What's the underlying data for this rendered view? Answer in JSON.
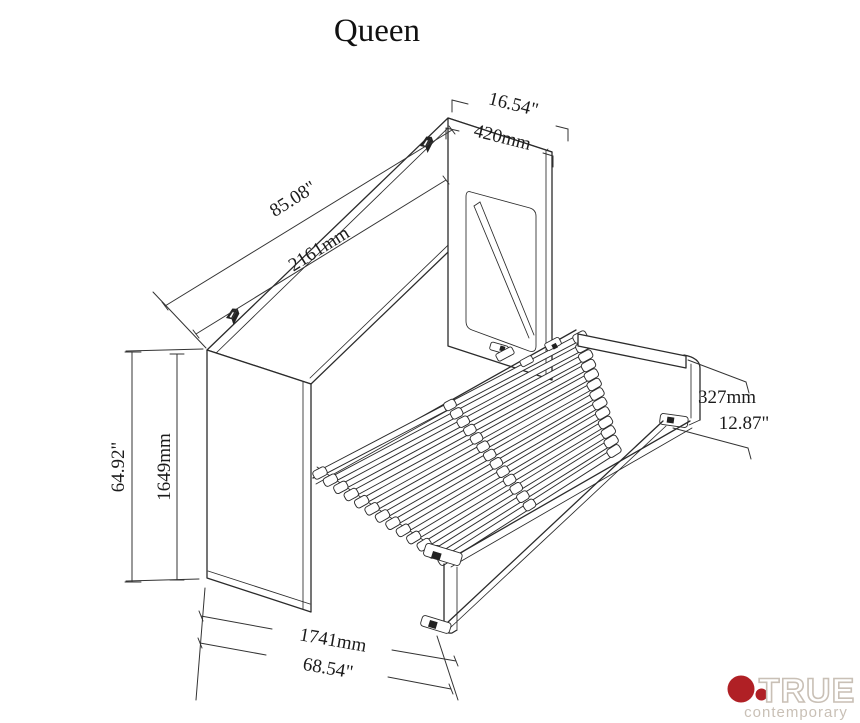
{
  "page": {
    "background": "#ffffff"
  },
  "title": {
    "text": "Queen"
  },
  "diagram": {
    "line_color": "#2b2b2b",
    "dimensions": {
      "cabinet_depth": {
        "inches": "16.54\"",
        "mm": "420mm"
      },
      "cabinet_width": {
        "inches": "85.08\"",
        "mm": "2161mm"
      },
      "cabinet_height": {
        "inches": "64.92\"",
        "mm": "1649mm"
      },
      "bed_end_height": {
        "mm": "327mm",
        "inches": "12.87\""
      },
      "open_depth": {
        "mm": "1741mm",
        "inches": "68.54\""
      }
    }
  },
  "logo": {
    "brand": "TRUE",
    "tagline": "contemporary",
    "accent_color": "#b02025",
    "text_color": "#c9c0b6"
  }
}
